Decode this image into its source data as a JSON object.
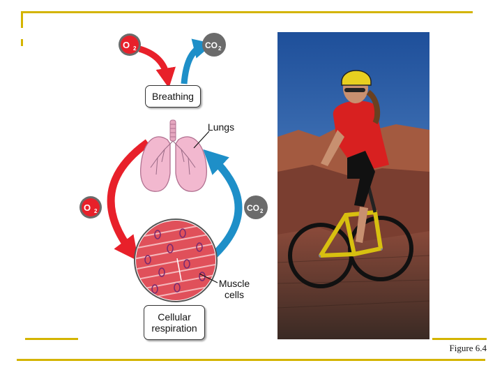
{
  "labels": {
    "o2": "O",
    "o2_sub": "2",
    "co2": "CO",
    "co2_sub": "2",
    "breathing": "Breathing",
    "lungs": "Lungs",
    "muscle_line1": "Muscle",
    "muscle_line2": "cells",
    "cellular_line1": "Cellular",
    "cellular_line2": "respiration"
  },
  "caption": "Figure 6.4",
  "colors": {
    "frame_gold": "#d4b400",
    "o2_red": "#e8202a",
    "co2_blue": "#1e8fc8",
    "badge_gray": "#6b6b6b",
    "lung_pink": "#f2b8cf",
    "muscle_red": "#e0505a"
  }
}
